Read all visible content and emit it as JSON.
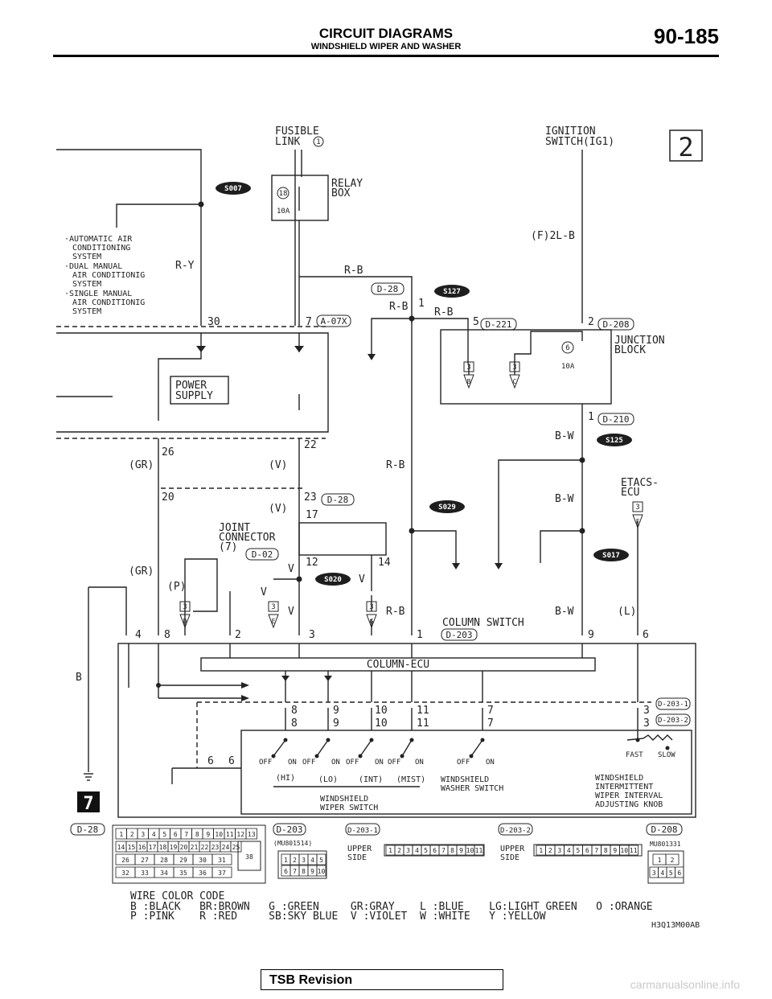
{
  "header": {
    "title": "CIRCUIT DIAGRAMS",
    "subtitle": "WINDSHIELD WIPER AND WASHER",
    "page": "90-185"
  },
  "sheet_number": "2",
  "continuation_marker": "7",
  "labels": {
    "fusible_link": [
      "FUSIBLE",
      "LINK"
    ],
    "fusible_link_no": "1",
    "ignition_switch": [
      "IGNITION",
      "SWITCH(IG1)"
    ],
    "relay_box": [
      "RELAY",
      "BOX"
    ],
    "fuse18": "18",
    "fuse18_amp": "10A",
    "junction_block": [
      "JUNCTION",
      "BLOCK"
    ],
    "fuse6": "6",
    "fuse6_amp": "10A",
    "systems": [
      "·AUTOMATIC AIR",
      "CONDITIONING",
      "SYSTEM",
      "·DUAL MANUAL",
      "AIR CONDITIONIG",
      "SYSTEM",
      "·SINGLE MANUAL",
      "AIR CONDITIONIG",
      "SYSTEM"
    ],
    "power_supply": [
      "POWER",
      "SUPPLY"
    ],
    "joint_connector": [
      "JOINT",
      "CONNECTOR",
      "(7)"
    ],
    "etacs": [
      "ETACS-",
      "ECU"
    ],
    "column_switch": "COLUMN SWITCH",
    "column_ecu": "COLUMN-ECU",
    "washer_switch": [
      "WINDSHIELD",
      "WASHER SWITCH"
    ],
    "wiper_switch": [
      "WINDSHIELD",
      "WIPER SWITCH"
    ],
    "interval_knob": [
      "WINDSHIELD",
      "INTERMITTENT",
      "WIPER INTERVAL",
      "ADJUSTING KNOB"
    ],
    "fast": "FAST",
    "slow": "SLOW",
    "hi": "(HI)",
    "lo": "(LO)",
    "int": "(INT)",
    "mist": "(MIST)",
    "off": "OFF",
    "on": "ON"
  },
  "splices": [
    "S007",
    "S127",
    "S125",
    "S029",
    "S020",
    "S017"
  ],
  "connectors": {
    "a07x": "A-07X",
    "d28": "D-28",
    "d221": "D-221",
    "d208": "D-208",
    "d210": "D-210",
    "d02": "D-02",
    "d203": "D-203",
    "d2031": "D-203-1",
    "d2032": "D-203-2"
  },
  "wires": {
    "ry": "R-Y",
    "rb": "R-B",
    "f2lb": "(F)2L-B",
    "bw": "B-W",
    "gr": "(GR)",
    "v": "(V)",
    "vv": "V",
    "p": "(P)",
    "l": "(L)",
    "b": "B"
  },
  "pins": [
    "30",
    "7",
    "1",
    "5",
    "2",
    "26",
    "22",
    "20",
    "23",
    "17",
    "12",
    "14",
    "4",
    "8",
    "2",
    "3",
    "1",
    "9",
    "6",
    "8",
    "9",
    "10",
    "11",
    "7",
    "3",
    "6",
    "6",
    "1"
  ],
  "boxpins": {
    "three": "3",
    "b": "B",
    "c": "C",
    "d": "D",
    "e": "E",
    "g": "G",
    "f": "F"
  },
  "connector_views": {
    "d28": "D-28",
    "d203": "D-203",
    "d203_part": "(MU801514)",
    "d2031": "D-203-1",
    "d2032": "D-203-2",
    "d208": "D-208",
    "d208_part": "MU801331",
    "upper_side": [
      "UPPER",
      "SIDE"
    ],
    "d28_row1": [
      "1",
      "2",
      "3",
      "4",
      "5",
      "6",
      "7",
      "8",
      "9",
      "10",
      "11",
      "12",
      "13"
    ],
    "d28_row2": [
      "14",
      "15",
      "16",
      "17",
      "18",
      "19",
      "20",
      "21",
      "22",
      "23",
      "24",
      "25"
    ],
    "d28_row3": [
      "26",
      "27",
      "28",
      "29",
      "30",
      "31"
    ],
    "d28_row4": [
      "32",
      "33",
      "34",
      "35",
      "36",
      "37"
    ],
    "d28_big": "38",
    "d203_row1": [
      "1",
      "2",
      "3",
      "4",
      "5"
    ],
    "d203_row2": [
      "6",
      "7",
      "8",
      "9",
      "10"
    ],
    "d2031_pins": [
      "1",
      "2",
      "3",
      "4",
      "5",
      "6",
      "7",
      "8",
      "9",
      "10",
      "11"
    ],
    "d208_row1": [
      "1",
      "2"
    ],
    "d208_row2": [
      "3",
      "4",
      "5",
      "6"
    ]
  },
  "wire_color_code": {
    "title": "WIRE COLOR CODE",
    "row1": "B :BLACK   BR:BROWN   G :GREEN     GR:GRAY    L :BLUE    LG:LIGHT GREEN   O :ORANGE",
    "row2": "P :PINK    R :RED     SB:SKY BLUE  V :VIOLET  W :WHITE   Y :YELLOW"
  },
  "drawing_code": "H3Q13M00AB",
  "footer": {
    "tsb": "TSB Revision",
    "watermark": "carmanualsonline.info"
  }
}
